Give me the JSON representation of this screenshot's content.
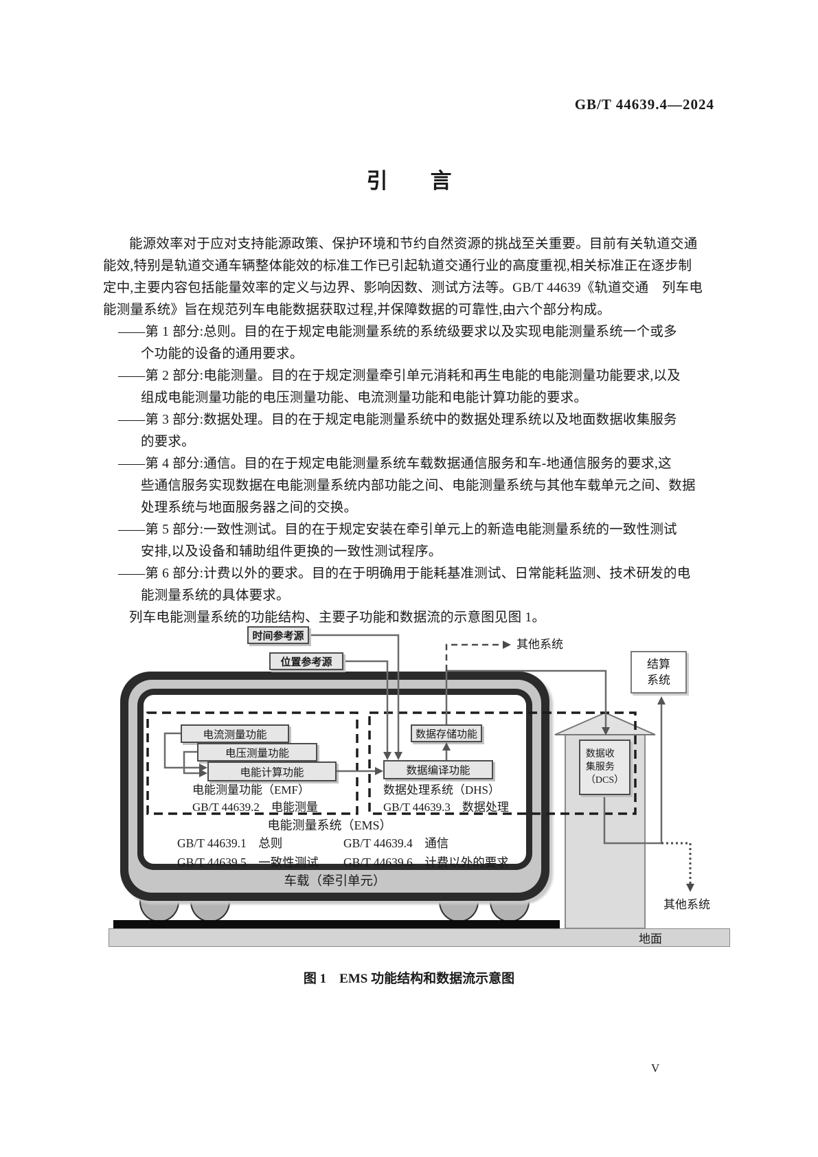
{
  "header": {
    "doc_number": "GB/T 44639.4—2024"
  },
  "title": "引　　言",
  "body": {
    "lines": [
      {
        "t": "能源效率对于应对支持能源政策、保护环境和节约自然资源的挑战至关重要。目前有关轨道交通",
        "ind": "first"
      },
      {
        "t": "能效,特别是轨道交通车辆整体能效的标准工作已引起轨道交通行业的高度重视,相关标准正在逐步制",
        "ind": "flush"
      },
      {
        "t": "定中,主要内容包括能量效率的定义与边界、影响因数、测试方法等。GB/T 44639《轨道交通　列车电",
        "ind": "flush"
      },
      {
        "t": "能测量系统》旨在规范列车电能数据获取过程,并保障数据的可靠性,由六个部分构成。",
        "ind": "flush"
      },
      {
        "t": "——第 1 部分:总则。目的在于规定电能测量系统的系统级要求以及实现电能测量系统一个或多",
        "ind": "dash"
      },
      {
        "t": "个功能的设备的通用要求。",
        "ind": "cont"
      },
      {
        "t": "——第 2 部分:电能测量。目的在于规定测量牵引单元消耗和再生电能的电能测量功能要求,以及",
        "ind": "dash"
      },
      {
        "t": "组成电能测量功能的电压测量功能、电流测量功能和电能计算功能的要求。",
        "ind": "cont"
      },
      {
        "t": "——第 3 部分:数据处理。目的在于规定电能测量系统中的数据处理系统以及地面数据收集服务",
        "ind": "dash"
      },
      {
        "t": "的要求。",
        "ind": "cont"
      },
      {
        "t": "——第 4 部分:通信。目的在于规定电能测量系统车载数据通信服务和车-地通信服务的要求,这",
        "ind": "dash"
      },
      {
        "t": "些通信服务实现数据在电能测量系统内部功能之间、电能测量系统与其他车载单元之间、数据",
        "ind": "cont"
      },
      {
        "t": "处理系统与地面服务器之间的交换。",
        "ind": "cont"
      },
      {
        "t": "——第 5 部分:一致性测试。目的在于规定安装在牵引单元上的新造电能测量系统的一致性测试",
        "ind": "dash"
      },
      {
        "t": "安排,以及设备和辅助组件更换的一致性测试程序。",
        "ind": "cont"
      },
      {
        "t": "——第 6 部分:计费以外的要求。目的在于明确用于能耗基准测试、日常能耗监测、技术研发的电",
        "ind": "dash"
      },
      {
        "t": "能测量系统的具体要求。",
        "ind": "cont"
      },
      {
        "t": "列车电能测量系统的功能结构、主要子功能和数据流的示意图见图 1。",
        "ind": "first"
      }
    ]
  },
  "diagram": {
    "time_ref": "时间参考源",
    "pos_ref": "位置参考源",
    "other_system_top": "其他系统",
    "settlement_system": "结算\n系统",
    "current_meas": "电流测量功能",
    "voltage_meas": "电压测量功能",
    "energy_calc": "电能计算功能",
    "emf_label": "电能测量功能（EMF）",
    "emf_std": "GB/T 44639.2　电能测量",
    "data_storage": "数据存储功能",
    "data_compile": "数据编译功能",
    "dhs_label": "数据处理系统（DHS）",
    "dhs_std": "GB/T 44639.3　数据处理",
    "ems_label": "电能测量系统（EMS）",
    "std_general": "GB/T 44639.1　总则",
    "std_comm": "GB/T 44639.4　通信",
    "std_conformity": "GB/T 44639.5　一致性测试",
    "std_noncharging": "GB/T 44639.6　计费以外的要求",
    "vehicle_label": "车载（牵引单元）",
    "dcs": "数据收\n集服务\n（DCS）",
    "ground_label": "地面",
    "other_system_bottom": "其他系统"
  },
  "caption": "图 1　EMS 功能结构和数据流示意图",
  "page_number": "V",
  "colors": {
    "line": "#6a6a6a",
    "arrow": "#555555",
    "box_fill": "#e6e6e6",
    "train_dark": "#2b2b2b",
    "train_gray": "#c6c6c6"
  }
}
